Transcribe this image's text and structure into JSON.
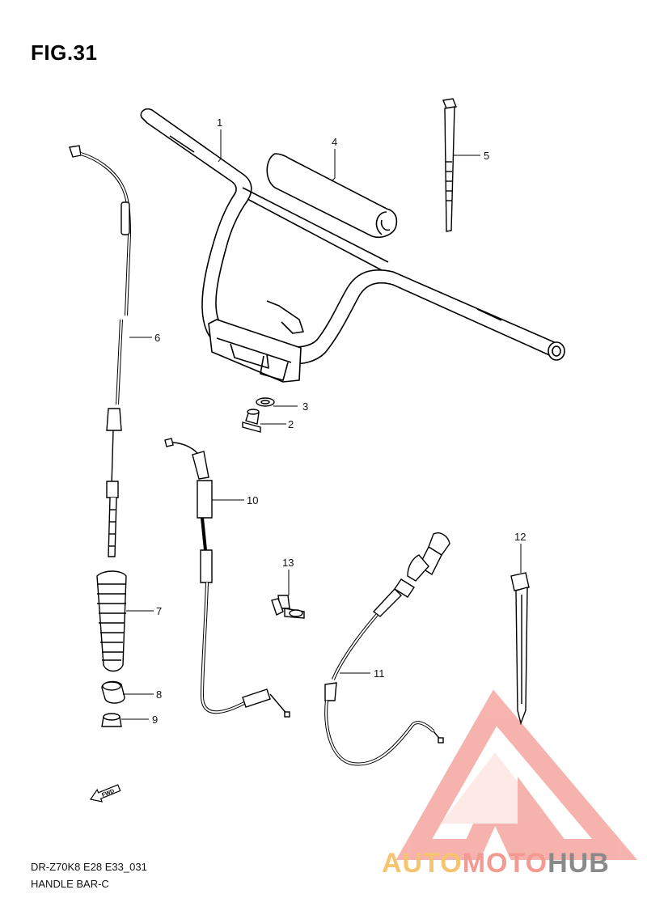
{
  "figure": {
    "title": "FIG.31"
  },
  "callouts": [
    {
      "id": "1",
      "label": "1"
    },
    {
      "id": "2",
      "label": "2"
    },
    {
      "id": "3",
      "label": "3"
    },
    {
      "id": "4",
      "label": "4"
    },
    {
      "id": "5",
      "label": "5"
    },
    {
      "id": "6",
      "label": "6"
    },
    {
      "id": "7",
      "label": "7"
    },
    {
      "id": "8",
      "label": "8"
    },
    {
      "id": "9",
      "label": "9"
    },
    {
      "id": "10",
      "label": "10"
    },
    {
      "id": "11",
      "label": "11"
    },
    {
      "id": "12",
      "label": "12"
    },
    {
      "id": "13",
      "label": "13"
    }
  ],
  "fwd_badge": "FWD",
  "footer": {
    "model_code": "DR-Z70K8 E28 E33_031",
    "section_name": "HANDLE BAR-C"
  },
  "watermark": {
    "part_a": "AUTO",
    "part_b": "MOTO",
    "part_c": "HUB",
    "color_a": "#f6c36e",
    "color_b": "#f49a93",
    "color_c": "#8a8a8a"
  }
}
